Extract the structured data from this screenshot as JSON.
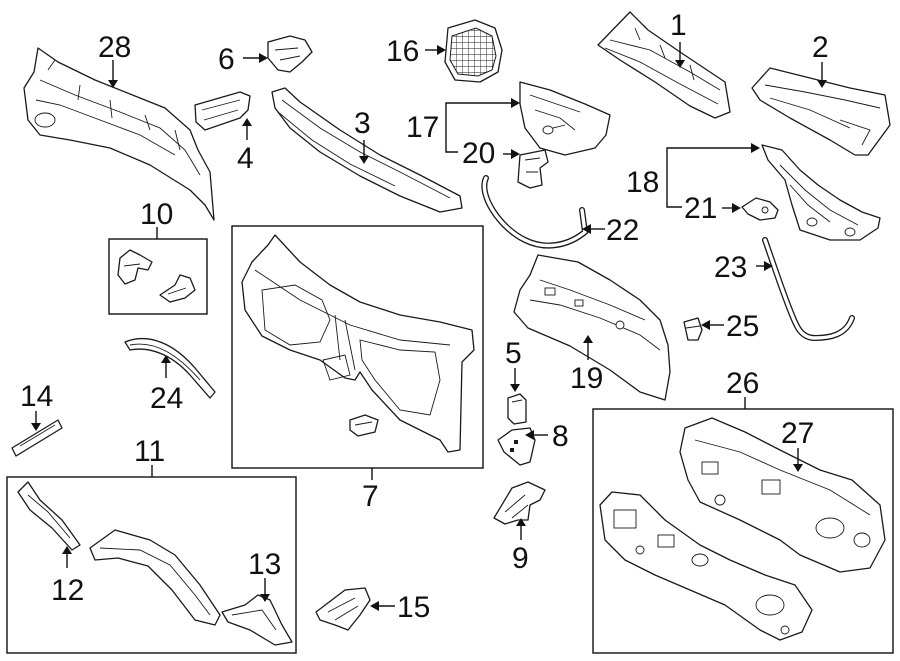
{
  "callouts": {
    "c1": "1",
    "c2": "2",
    "c3": "3",
    "c4": "4",
    "c5": "5",
    "c6": "6",
    "c7": "7",
    "c8": "8",
    "c9": "9",
    "c10": "10",
    "c11": "11",
    "c12": "12",
    "c13": "13",
    "c14": "14",
    "c15": "15",
    "c16": "16",
    "c17": "17",
    "c18": "18",
    "c19": "19",
    "c20": "20",
    "c21": "21",
    "c22": "22",
    "c23": "23",
    "c24": "24",
    "c25": "25",
    "c26": "26",
    "c27": "27",
    "c28": "28"
  },
  "colors": {
    "line": "#1a1a1a",
    "background": "#ffffff"
  }
}
